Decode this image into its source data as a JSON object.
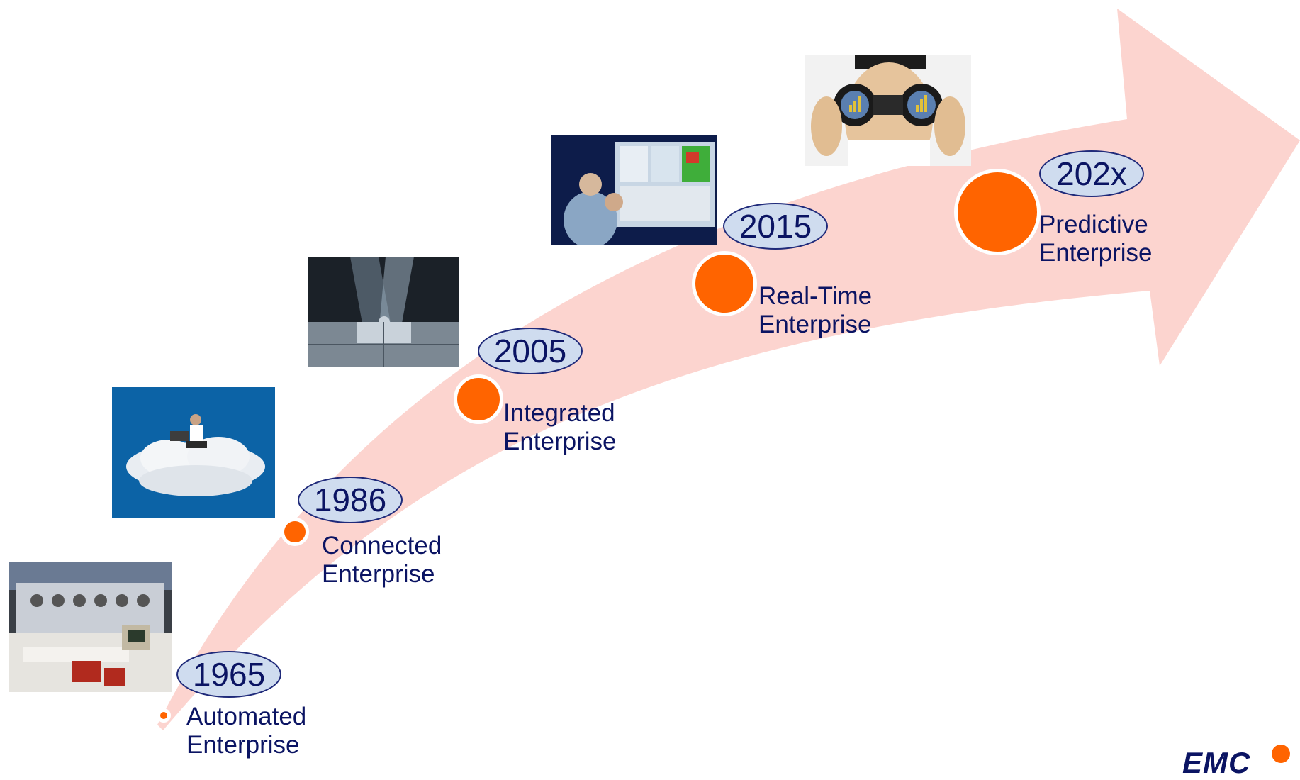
{
  "arrow_color": "#fcd4cf",
  "dot_color": "#ff6400",
  "bubble_fill": "#cfdcef",
  "bubble_border": "#1f2a7a",
  "text_color": "#0b1463",
  "milestones": [
    {
      "year": "1965",
      "line1": "Automated",
      "line2": "Enterprise",
      "image": "mainframe-room-photo"
    },
    {
      "year": "1986",
      "line1": "Connected",
      "line2": "Enterprise",
      "image": "man-on-cloud-laptop-photo"
    },
    {
      "year": "2005",
      "line1": "Integrated",
      "line2": "Enterprise",
      "image": "puzzle-piece-spotlight-photo"
    },
    {
      "year": "2015",
      "line1": "Real-Time",
      "line2": "Enterprise",
      "image": "monitoring-control-room-photo"
    },
    {
      "year": "202x",
      "line1": "Predictive",
      "line2": "Enterprise",
      "image": "man-with-binoculars-photo"
    }
  ],
  "logo_text": "EMC"
}
